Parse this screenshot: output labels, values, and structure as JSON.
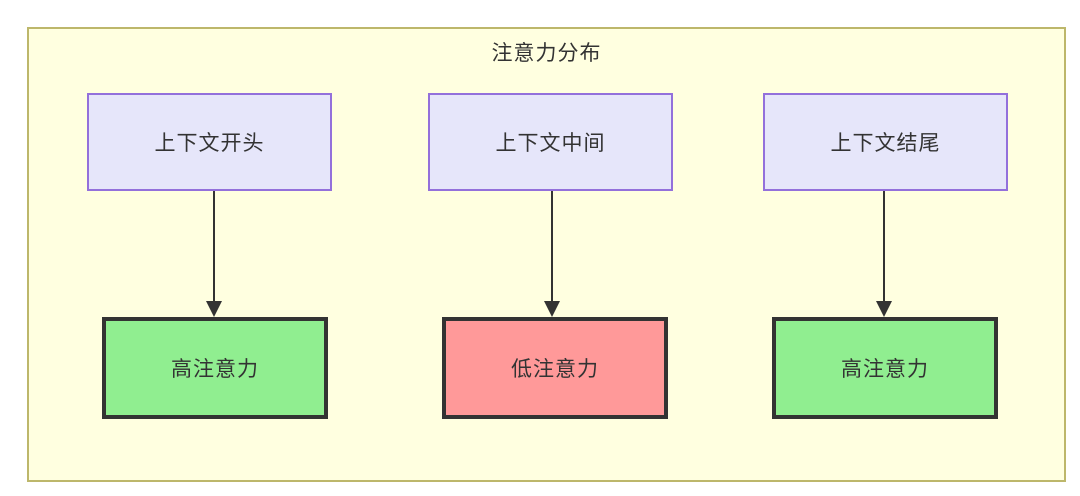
{
  "diagram": {
    "type": "flowchart",
    "title": "注意力分布",
    "container": {
      "label": "注意力分布",
      "fill": "#ffffe0",
      "stroke": "#bdb76b"
    },
    "colors": {
      "container_fill": "#ffffe0",
      "container_stroke": "#bdb76b",
      "context_fill": "#e6e6fa",
      "context_stroke": "#9370db",
      "high_attention_fill": "#90ee90",
      "low_attention_fill": "#ff9999",
      "attention_stroke": "#333333",
      "edge_stroke": "#333333",
      "text": "#333333"
    },
    "columns": [
      {
        "context": {
          "label": "上下文开头"
        },
        "attention": {
          "label": "高注意力",
          "level": "high"
        }
      },
      {
        "context": {
          "label": "上下文中间"
        },
        "attention": {
          "label": "低注意力",
          "level": "low"
        }
      },
      {
        "context": {
          "label": "上下文结尾"
        },
        "attention": {
          "label": "高注意力",
          "level": "high"
        }
      }
    ],
    "edges": [
      {
        "from": "上下文开头",
        "to": "高注意力",
        "label": ""
      },
      {
        "from": "上下文中间",
        "to": "低注意力",
        "label": ""
      },
      {
        "from": "上下文结尾",
        "to": "高注意力",
        "label": ""
      }
    ]
  }
}
